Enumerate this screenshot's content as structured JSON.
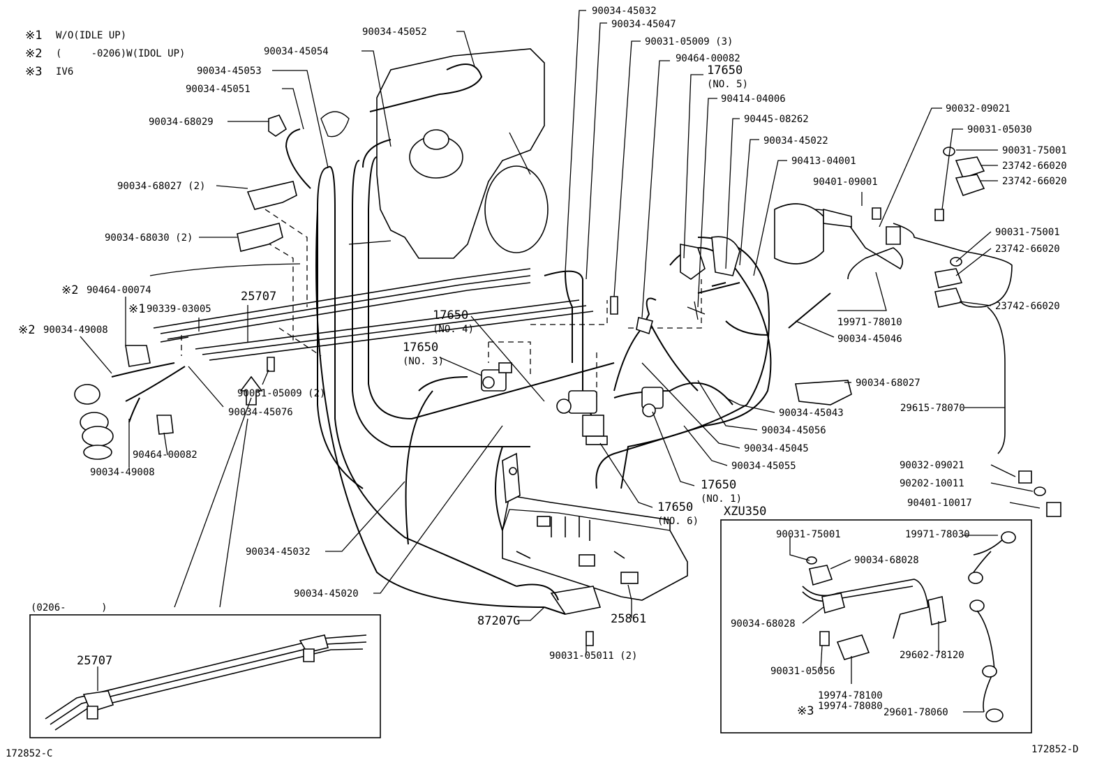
{
  "notes": [
    {
      "mark": "※1",
      "text": "W/O(IDLE UP)"
    },
    {
      "mark": "※2",
      "text": "(     -0206)W(IDOL UP)"
    },
    {
      "mark": "※3",
      "text": "IV6"
    }
  ],
  "labels": {
    "l_45052": "90034-45052",
    "l_45054": "90034-45054",
    "l_45053": "90034-45053",
    "l_45051": "90034-45051",
    "l_68029": "90034-68029",
    "l_68027a": "90034-68027 (2)",
    "l_68030": "90034-68030 (2)",
    "l_64074": "90464-00074",
    "l_49008a": "90034-49008",
    "l_03005": "90339-03005",
    "l_25707a": "25707",
    "l_05009b": "90031-05009 (2)",
    "l_45076": "90034-45076",
    "l_64082b": "90464-00082",
    "l_49008b": "90034-49008",
    "l_45032a": "90034-45032",
    "l_45047": "90034-45047",
    "l_05009a": "90031-05009 (3)",
    "l_64082a": "90464-00082",
    "l_17650_5": "17650",
    "l_no5": "(NO. 5)",
    "l_04006": "90414-04006",
    "l_08262": "90445-08262",
    "l_45022": "90034-45022",
    "l_04001": "90413-04001",
    "l_09001": "90401-09001",
    "l_09021a": "90032-09021",
    "l_05030": "90031-05030",
    "l_75001a": "90031-75001",
    "l_66020a": "23742-66020",
    "l_66020b": "23742-66020",
    "l_75001b": "90031-75001",
    "l_66020c": "23742-66020",
    "l_66020d": "23742-66020",
    "l_78010": "19971-78010",
    "l_45046": "90034-45046",
    "l_68027b": "90034-68027",
    "l_78070": "29615-78070",
    "l_45043": "90034-45043",
    "l_45056": "90034-45056",
    "l_45045": "90034-45045",
    "l_45055": "90034-45055",
    "l_09021b": "90032-09021",
    "l_10011": "90202-10011",
    "l_10017": "90401-10017",
    "l_17650_4": "17650",
    "l_no4": "(NO. 4)",
    "l_17650_3": "17650",
    "l_no3": "(NO. 3)",
    "l_17650_1": "17650",
    "l_no1": "(NO. 1)",
    "l_17650_6": "17650",
    "l_no6": "(NO. 6)",
    "l_45032b": "90034-45032",
    "l_45020": "90034-45020",
    "l_87207": "87207G",
    "l_25861": "25861",
    "l_05011": "90031-05011 (2)",
    "l_xzu": "XZU350",
    "l_x75001": "90031-75001",
    "l_x68028a": "90034-68028",
    "l_x68028b": "90034-68028",
    "l_x05056": "90031-05056",
    "l_x78100": "19974-78100",
    "l_x78080": "19974-78080",
    "l_x78030": "19971-78030",
    "l_x78120": "29602-78120",
    "l_x78060": "29601-78060",
    "l_inset": "(0206-      )",
    "l_25707b": "25707",
    "l_code_left": "172852-C",
    "l_code_right": "172852-D"
  },
  "marks": {
    "m2a": "※2",
    "m1a": "※1",
    "m2b": "※2",
    "m3": "※3"
  }
}
